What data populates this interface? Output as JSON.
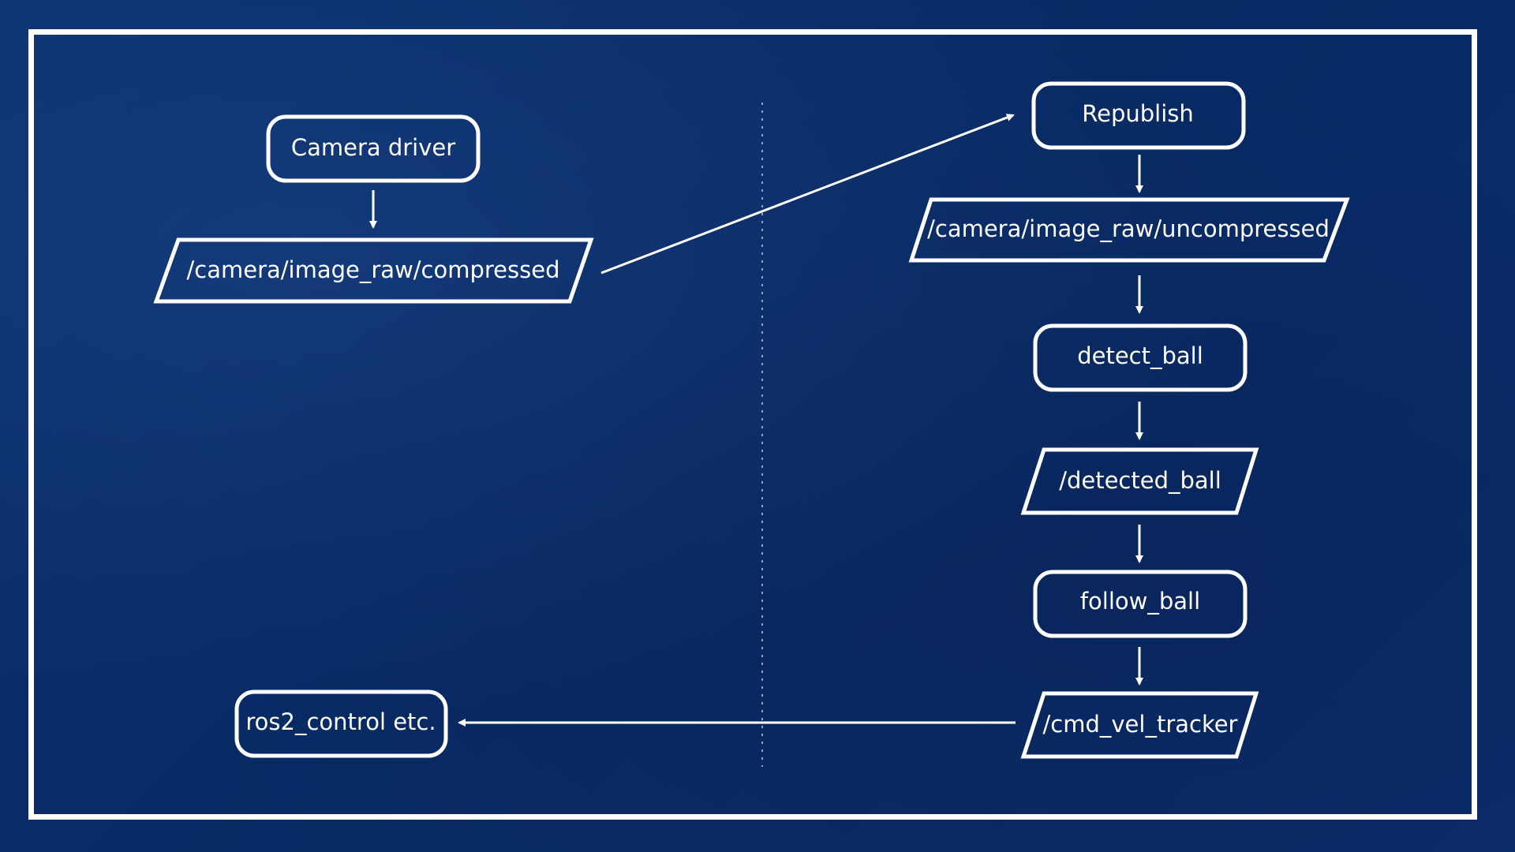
{
  "diagram": {
    "nodes": {
      "camera_driver": "Camera driver",
      "compressed_topic": "/camera/image_raw/compressed",
      "republish": "Republish",
      "uncompressed_topic": "/camera/image_raw/uncompressed",
      "detect_ball": "detect_ball",
      "detected_ball_topic": "/detected_ball",
      "follow_ball": "follow_ball",
      "cmd_vel_topic": "/cmd_vel_tracker",
      "ros2_control": "ros2_control etc."
    },
    "node_shapes": {
      "process": "rounded-rectangle",
      "topic": "parallelogram"
    },
    "edges": [
      {
        "from": "camera_driver",
        "to": "compressed_topic"
      },
      {
        "from": "compressed_topic",
        "to": "republish"
      },
      {
        "from": "republish",
        "to": "uncompressed_topic"
      },
      {
        "from": "uncompressed_topic",
        "to": "detect_ball"
      },
      {
        "from": "detect_ball",
        "to": "detected_ball_topic"
      },
      {
        "from": "detected_ball_topic",
        "to": "follow_ball"
      },
      {
        "from": "follow_ball",
        "to": "cmd_vel_topic"
      },
      {
        "from": "cmd_vel_topic",
        "to": "ros2_control"
      }
    ],
    "colors": {
      "background": "#0a2f6f",
      "stroke": "#ffffff",
      "divider": "#8fa6c8"
    }
  }
}
